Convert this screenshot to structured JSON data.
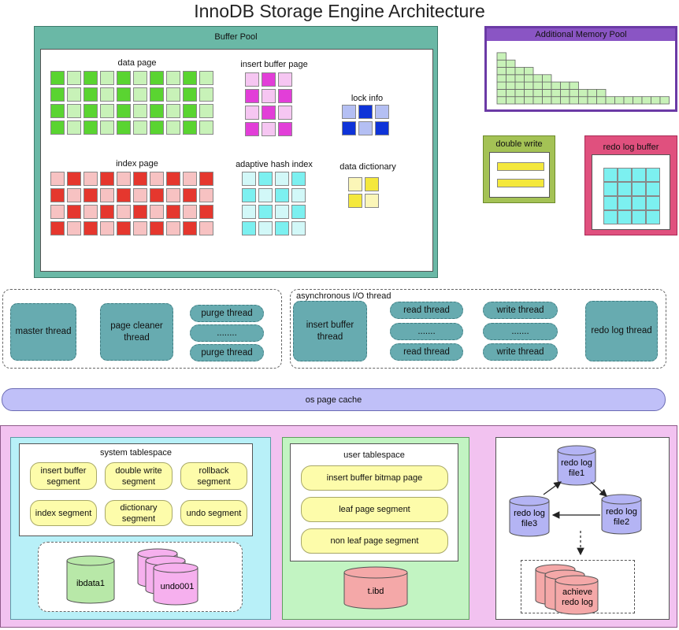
{
  "title": "InnoDB Storage Engine Architecture",
  "buffer_pool": {
    "label": "Buffer Pool",
    "data_page": "data page",
    "insert_buffer_page": "insert buffer page",
    "lock_info": "lock info",
    "index_page": "index page",
    "adaptive_hash_index": "adaptive hash index",
    "data_dictionary": "data dictionary"
  },
  "additional_memory_pool": "Additional Memory Pool",
  "double_write": "double write",
  "redo_log_buffer": "redo log buffer",
  "threads": {
    "master": "master thread",
    "page_cleaner": "page cleaner thread",
    "purge_1": "purge thread",
    "purge_dots": "........",
    "purge_2": "purge thread",
    "async_label": "asynchronous I/O thread",
    "insert_buffer": "insert buffer thread",
    "read_1": "read thread",
    "read_dots": ".......",
    "read_2": "read thread",
    "write_1": "write thread",
    "write_dots": ".......",
    "write_2": "write thread",
    "redo_log": "redo log thread"
  },
  "os_page_cache": "os page cache",
  "system_tablespace": {
    "label": "system tablespace",
    "segments": [
      "insert buffer segment",
      "double write segment",
      "rollback segment",
      "index segment",
      "dictionary segment",
      "undo segment"
    ],
    "ibdata": "ibdata1",
    "undo": "undo001"
  },
  "user_tablespace": {
    "label": "user tablespace",
    "segments": [
      "insert buffer bitmap page",
      "leaf page segment",
      "non leaf page segment"
    ],
    "ibd": "t.ibd"
  },
  "redo_files": {
    "file1": [
      "redo log",
      "file1"
    ],
    "file2": [
      "redo log",
      "file2"
    ],
    "file3": [
      "redo log",
      "file3"
    ],
    "archive": [
      "achieve",
      "redo log"
    ]
  },
  "colors": {
    "data_page": "#5ad431",
    "data_page_light": "#c8f2b8",
    "insert_buffer": "#e23ed8",
    "insert_buffer_light": "#f6c6f2",
    "lock_info": "#0e33d8",
    "lock_info_light": "#b4bff3",
    "index_page": "#e5372e",
    "index_page_light": "#f7c2c2",
    "adaptive_hash": "#7cf0f0",
    "adaptive_hash_light": "#d2f8f8",
    "dictionary": "#f4e83c",
    "dictionary_light": "#fbf6b8",
    "thread": "#67abb0",
    "os_cache": "#c0c0f8",
    "segment": "#fdfcaa"
  }
}
